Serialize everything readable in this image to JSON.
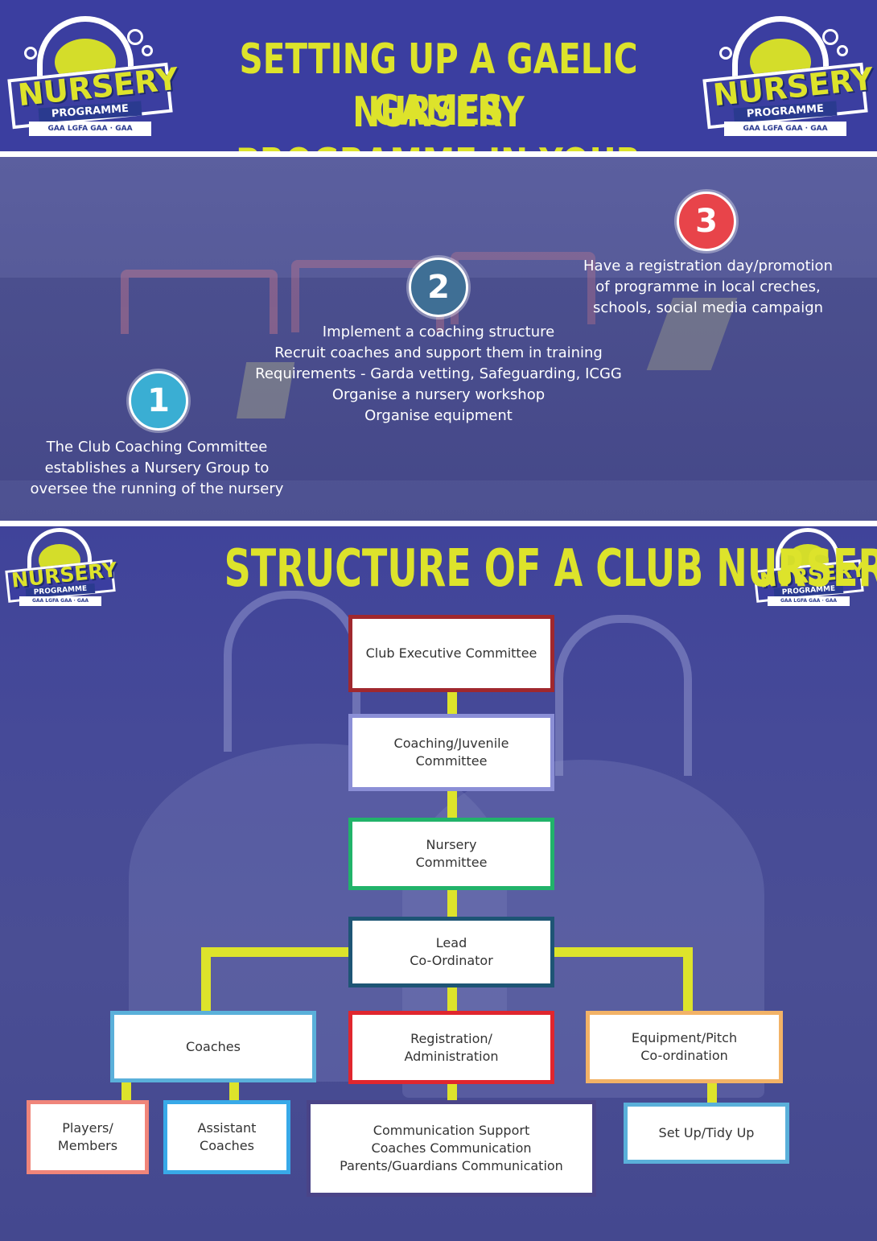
{
  "header": {
    "title_line1": "SETTING UP A GAELIC GAMES",
    "title_line2": "NURSERY PROGRAMME IN YOUR CLUB"
  },
  "logo": {
    "word": "NURSERY",
    "sub": "PROGRAMME",
    "partners": "GAA  LGFA  GAA  ·  GAA"
  },
  "steps": [
    {
      "number": "1",
      "color": "#3aaed3",
      "lines": [
        "The Club Coaching Committee",
        "establishes a Nursery Group to",
        "oversee the running of the nursery"
      ]
    },
    {
      "number": "2",
      "color": "#3f6f95",
      "lines": [
        "Implement a coaching structure",
        "Recruit coaches and support them in training",
        "Requirements - Garda vetting, Safeguarding, ICGG",
        "Organise a nursery workshop",
        "Organise equipment"
      ]
    },
    {
      "number": "3",
      "color": "#e8444a",
      "lines": [
        "Have a registration day/promotion",
        "of programme in local creches,",
        "schools, social media campaign"
      ]
    }
  ],
  "structure": {
    "title": "STRUCTURE OF A CLUB NURSERY",
    "connector_color": "#dde32b",
    "nodes": {
      "exec": {
        "lines": [
          "Club Executive Committee"
        ],
        "border": "#a0282e"
      },
      "coaching": {
        "lines": [
          "Coaching/Juvenile",
          "Committee"
        ],
        "border": "#8b8fd6"
      },
      "nursery": {
        "lines": [
          "Nursery",
          "Committee"
        ],
        "border": "#21b36a"
      },
      "lead": {
        "lines": [
          "Lead",
          "Co-Ordinator"
        ],
        "border": "#1e5575"
      },
      "coaches": {
        "lines": [
          "Coaches"
        ],
        "border": "#5ab0da"
      },
      "registration": {
        "lines": [
          "Registration/",
          "Administration"
        ],
        "border": "#e0262e"
      },
      "equipment": {
        "lines": [
          "Equipment/Pitch",
          "Co-ordination"
        ],
        "border": "#f2b266"
      },
      "players": {
        "lines": [
          "Players/",
          "Members"
        ],
        "border": "#f0857a"
      },
      "assistant": {
        "lines": [
          "Assistant",
          "Coaches"
        ],
        "border": "#38a9e8"
      },
      "communication": {
        "lines": [
          "Communication Support",
          "Coaches Communication",
          "Parents/Guardians Communication"
        ],
        "border": "#4a4488"
      },
      "setup": {
        "lines": [
          "Set Up/Tidy Up"
        ],
        "border": "#5ab0da"
      }
    }
  }
}
